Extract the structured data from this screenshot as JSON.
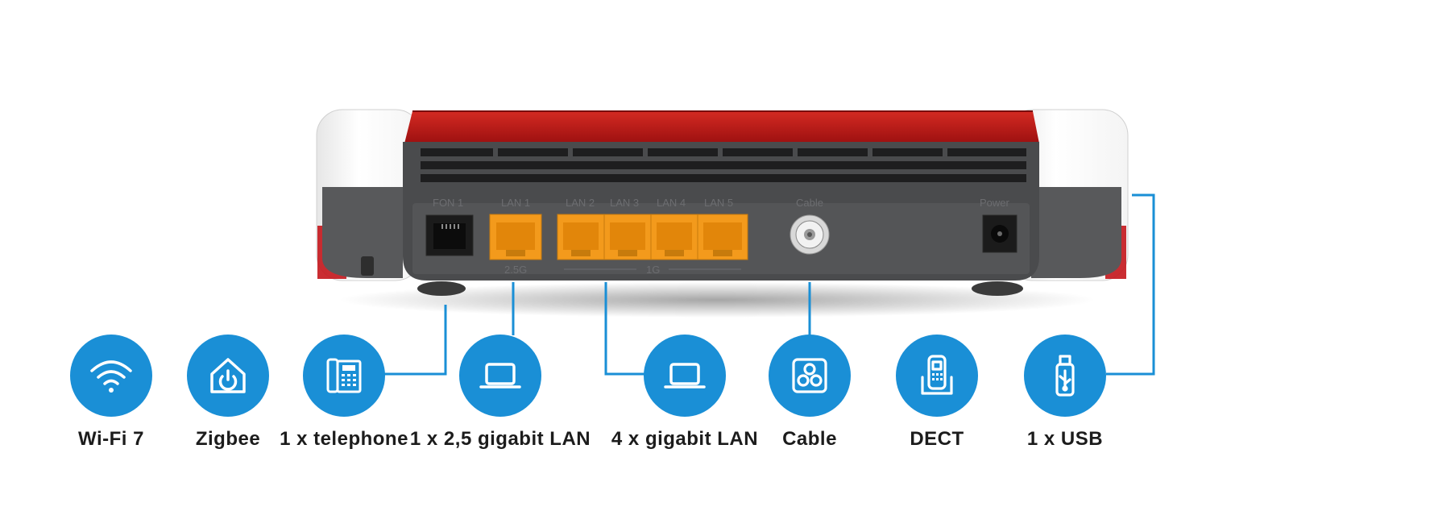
{
  "ports": {
    "fon": "FON 1",
    "lan1": "LAN 1",
    "lan2": "LAN 2",
    "lan3": "LAN 3",
    "lan4": "LAN 4",
    "lan5": "LAN 5",
    "cable": "Cable",
    "power": "Power",
    "speed_25g": "2.5G",
    "speed_1g": "1G"
  },
  "features": [
    {
      "label": "Wi-Fi 7",
      "icon": "wifi-icon"
    },
    {
      "label": "Zigbee",
      "icon": "smart-home-power-icon"
    },
    {
      "label": "1 x telephone",
      "icon": "telephone-icon"
    },
    {
      "label": "1 x 2,5 gigabit LAN",
      "icon": "laptop-icon"
    },
    {
      "label": "4 x gigabit LAN",
      "icon": "laptop-icon"
    },
    {
      "label": "Cable",
      "icon": "coax-socket-icon"
    },
    {
      "label": "DECT",
      "icon": "dect-phone-icon"
    },
    {
      "label": "1 x USB",
      "icon": "usb-stick-icon"
    }
  ],
  "colors": {
    "accent_blue": "#1a8fd6",
    "router_red": "#c4161c",
    "router_body": "#4a4b4d",
    "port_orange": "#f39a1c"
  }
}
